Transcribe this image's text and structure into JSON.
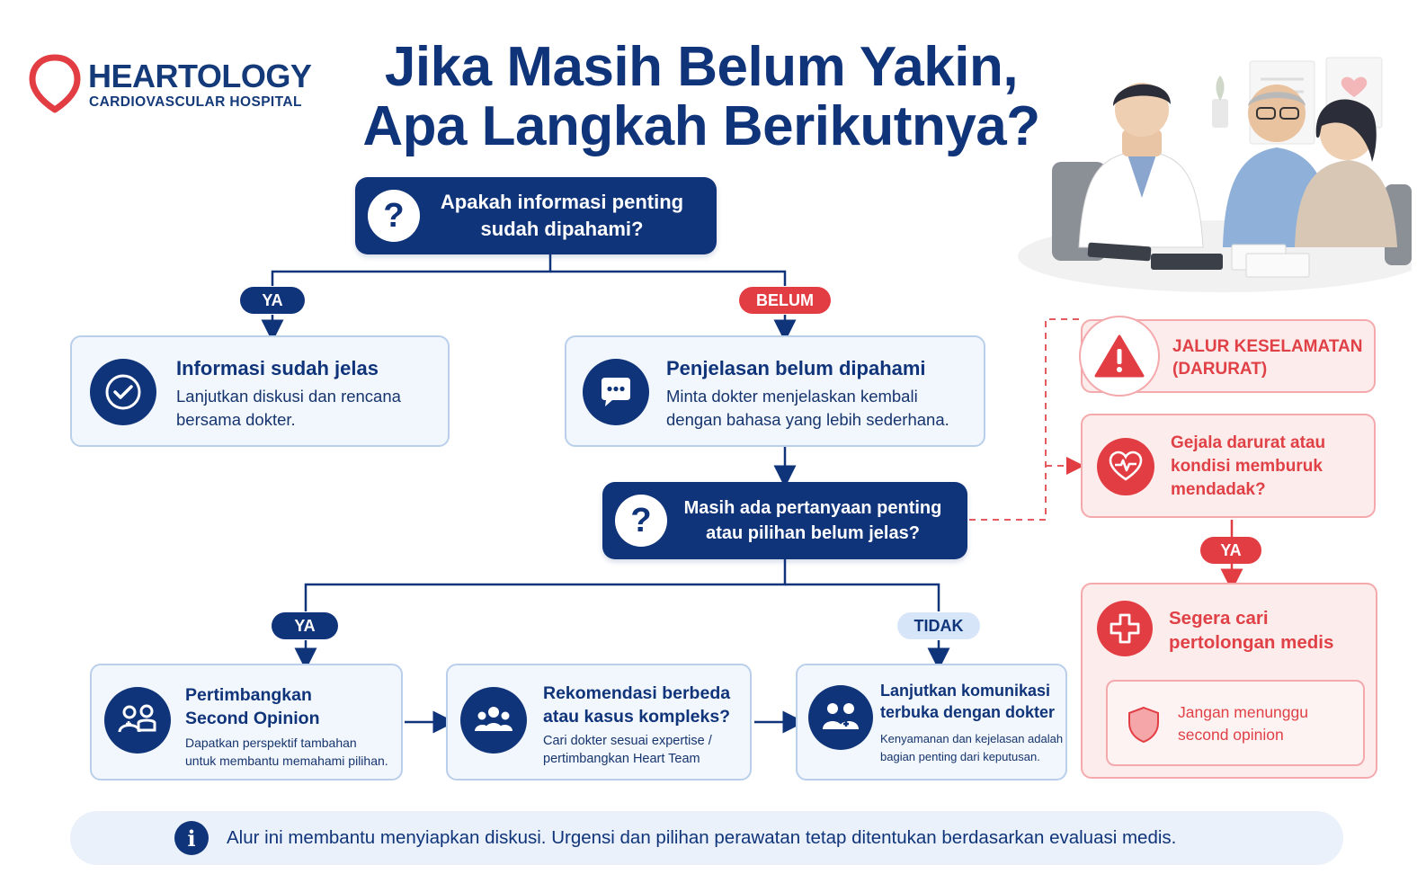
{
  "brand": {
    "name": "HEARTOLOGY",
    "subtitle": "CARDIOVASCULAR HOSPITAL",
    "color": "#e33d44"
  },
  "title": {
    "line1": "Jika Masih Belum Yakin,",
    "line2": "Apa Langkah Berikutnya?"
  },
  "question1": {
    "icon": "question-icon",
    "icon_char": "?",
    "line1": "Apakah informasi penting",
    "line2": "sudah dipahami?"
  },
  "branch1": {
    "yes_label": "YA",
    "no_label": "BELUM"
  },
  "card_clear": {
    "icon": "check-icon",
    "title": "Informasi sudah jelas",
    "line1": "Lanjutkan diskusi dan rencana",
    "line2": "bersama dokter."
  },
  "card_unclear": {
    "icon": "chat-bubble-icon",
    "title": "Penjelasan belum dipahami",
    "line1": "Minta dokter menjelaskan kembali",
    "line2": "dengan bahasa yang lebih sederhana."
  },
  "question2": {
    "icon": "question-icon",
    "icon_char": "?",
    "line1": "Masih ada pertanyaan penting",
    "line2": "atau pilihan belum jelas?"
  },
  "branch2": {
    "yes_label": "YA",
    "no_label": "TIDAK"
  },
  "card_second_opinion": {
    "icon": "doctor-consult-icon",
    "title1": "Pertimbangkan",
    "title2": "Second Opinion",
    "line1": "Dapatkan perspektif tambahan",
    "line2": "untuk membantu memahami pilihan."
  },
  "card_complex": {
    "icon": "team-icon",
    "title1": "Rekomendasi berbeda",
    "title2": "atau kasus kompleks?",
    "line1": "Cari dokter sesuai expertise /",
    "line2": "pertimbangkan Heart Team"
  },
  "card_continue": {
    "icon": "doctor-patient-icon",
    "title1": "Lanjutkan komunikasi",
    "title2": "terbuka dengan dokter",
    "line1": "Kenyamanan dan kejelasan adalah",
    "line2": "bagian penting dari keputusan."
  },
  "emergency": {
    "header_icon": "warning-icon",
    "header_line1": "JALUR KESELAMATAN",
    "header_line2": "(DARURAT)",
    "symptom_icon": "heart-pulse-icon",
    "symptom_line1": "Gejala darurat atau",
    "symptom_line2": "kondisi memburuk",
    "symptom_line3": "mendadak?",
    "yes_label": "YA",
    "action_icon": "medical-cross-icon",
    "action_line1": "Segera cari",
    "action_line2": "pertolongan medis",
    "note_icon": "shield-icon",
    "note_line1": "Jangan menunggu",
    "note_line2": "second opinion"
  },
  "illustration": {
    "icon": "doctor-consultation-illustration"
  },
  "footer": {
    "icon": "info-icon",
    "icon_char": "i",
    "text": "Alur ini membantu menyiapkan diskusi. Urgensi dan pilihan perawatan tetap ditentukan berdasarkan evaluasi medis."
  },
  "colors": {
    "navy": "#10347a",
    "red": "#e33d44",
    "card_bg": "#f2f7fd",
    "card_border": "#b9cfea",
    "emergency_bg": "#fdecec"
  }
}
